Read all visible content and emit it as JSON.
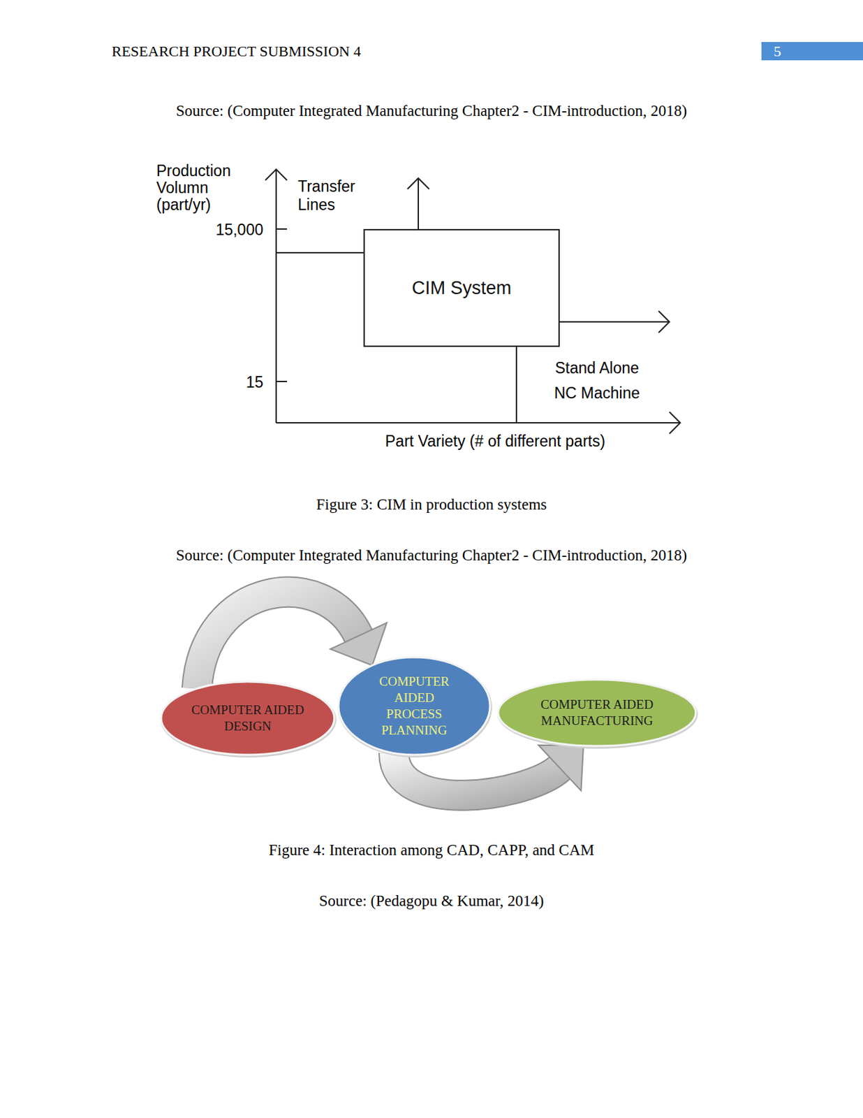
{
  "diagram": {
    "nodes": [
      {
        "text": [
          "CIM System"
        ]
      },
      {
        "text": [
          "COMPUTER AIDED DESIGN"
        ]
      },
      {
        "text": [
          "COMPUTER AIDED PROCESS PLANNING"
        ]
      },
      {
        "text": [
          "COMPUTER AIDED MANUFACTURING"
        ]
      }
    ],
    "edges": [
      {
        "from": 1,
        "to": 2,
        "arrow": "to"
      },
      {
        "from": 2,
        "to": 3,
        "arrow": "to"
      }
    ],
    "labels": [
      "RESEARCH PROJECT SUBMISSION 4",
      "5",
      "Source: (Computer Integrated Manufacturing Chapter2 - CIM-introduction, 2018)",
      "Production Volumn (part/yr)",
      "15,000",
      "15",
      "Transfer Lines",
      "Stand Alone NC Machine",
      "Part Variety (# of different parts)",
      "Figure 3: CIM in production systems",
      "Source: (Computer Integrated Manufacturing Chapter2 - CIM-introduction, 2018)",
      "Figure 4: Interaction among CAD, CAPP, and CAM",
      "Source: (Pedagopu & Kumar, 2014)"
    ]
  }
}
